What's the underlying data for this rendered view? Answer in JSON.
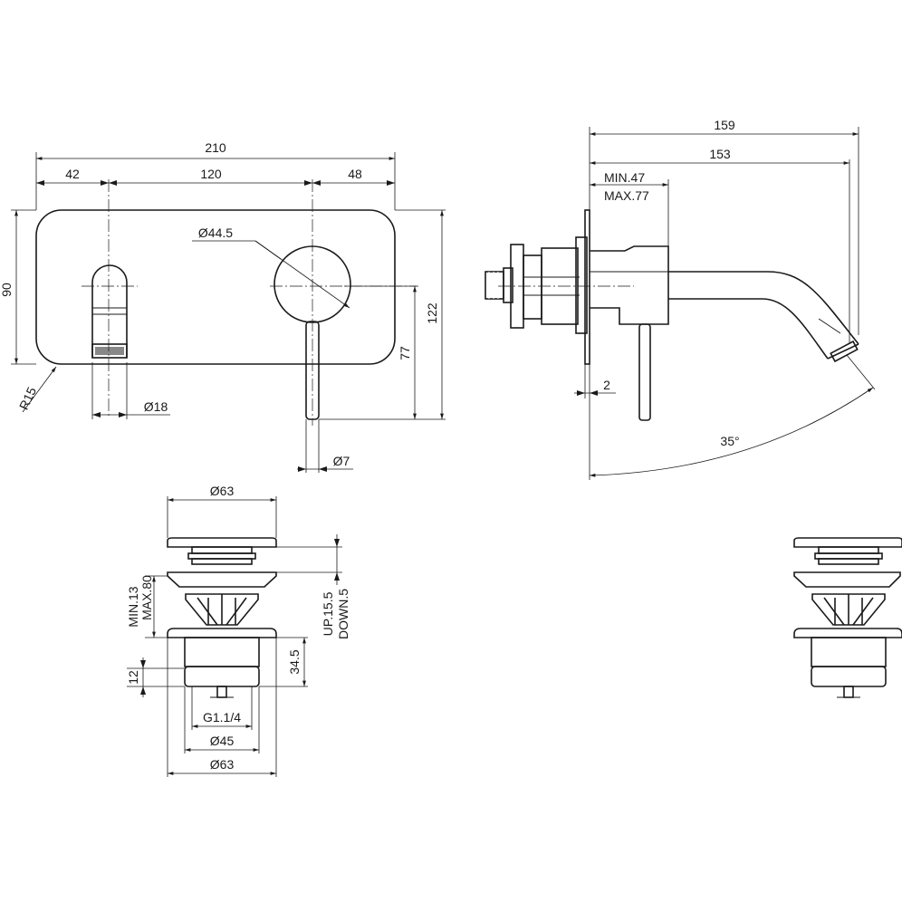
{
  "front_view": {
    "overall_width": "210",
    "left_offset": "42",
    "center_distance": "120",
    "right_offset": "48",
    "height": "90",
    "total_height": "122",
    "lever_height": "77",
    "corner_radius": "R15",
    "handle_diameter": "Ø44.5",
    "spout_diameter": "Ø18",
    "lever_diameter": "Ø7"
  },
  "side_view": {
    "total_projection": "159",
    "spout_projection": "153",
    "wall_min": "MIN.47",
    "wall_max": "MAX.77",
    "plate_thickness": "2",
    "angle": "35°"
  },
  "waste_view": {
    "cap_diameter": "Ø63",
    "height_range_min": "MIN.13",
    "height_range_max": "MAX.80",
    "stroke_up": "UP.15.5",
    "stroke_down": "DOWN.5",
    "body_height": "34.5",
    "thread_height": "12",
    "thread_size": "G1.1/4",
    "body_diameter": "Ø45",
    "base_diameter": "Ø63"
  }
}
